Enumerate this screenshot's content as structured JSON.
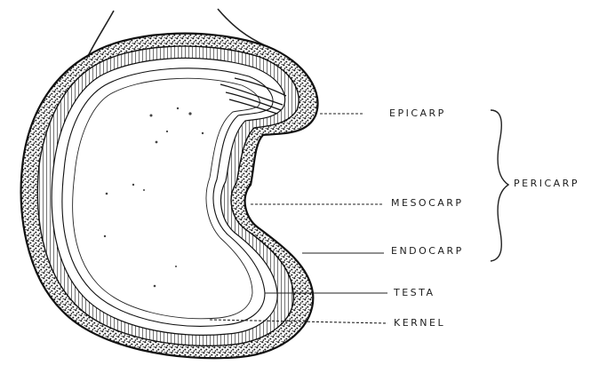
{
  "diagram": {
    "labels": {
      "epicarp": "EPICARP",
      "pericarp": "PERICARP",
      "mesocarp": "MESOCARP",
      "endocarp": "ENDOCARP",
      "testa": "TESTA",
      "kernel": "KERNEL"
    }
  }
}
